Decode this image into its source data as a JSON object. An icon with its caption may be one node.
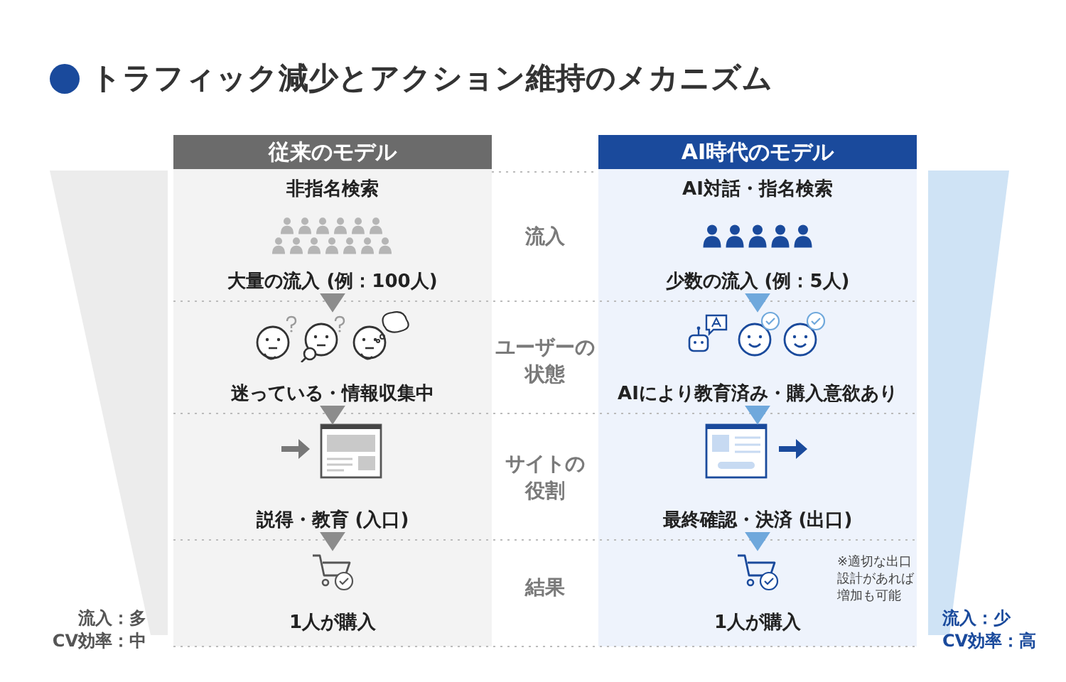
{
  "diagram": {
    "title": "トラフィック減少とアクション維持のメカニズム",
    "nodes": [
      {
        "text": [
          "従来のモデル"
        ]
      },
      {
        "text": [
          "非指名検索",
          "大量の流入 (例：100人)"
        ],
        "in": 0
      },
      {
        "text": [
          "迷っている・情報収集中"
        ],
        "in": 0
      },
      {
        "text": [
          "説得・教育 (入口)"
        ],
        "in": 0
      },
      {
        "text": [
          "1人が購入"
        ],
        "in": 0
      },
      {
        "text": [
          "AI時代のモデル"
        ]
      },
      {
        "text": [
          "AI対話・指名検索",
          "少数の流入 (例：5人)"
        ],
        "in": 5
      },
      {
        "text": [
          "AIにより教育済み・購入意欲あり"
        ],
        "in": 5
      },
      {
        "text": [
          "最終確認・決済 (出口)"
        ],
        "in": 5
      },
      {
        "text": [
          "1人が購入"
        ],
        "in": 5,
        "beside": [
          "※適切な出口設計があれば増加も可能"
        ]
      }
    ],
    "edges": [
      {
        "from": 1,
        "to": 2,
        "arrow": "to"
      },
      {
        "from": 2,
        "to": 3,
        "arrow": "to"
      },
      {
        "from": 3,
        "to": 4,
        "arrow": "to"
      },
      {
        "from": 6,
        "to": 7,
        "arrow": "to",
        "color": "#6fa8dc"
      },
      {
        "from": 7,
        "to": 8,
        "arrow": "to",
        "color": "#6fa8dc"
      },
      {
        "from": 8,
        "to": 9,
        "arrow": "to",
        "color": "#6fa8dc"
      }
    ],
    "labels": [
      "流入",
      "ユーザーの状態",
      "サイトの役割",
      "結果",
      "流入：多",
      "CV効率：中",
      "流入：少",
      "CV効率：高"
    ]
  }
}
